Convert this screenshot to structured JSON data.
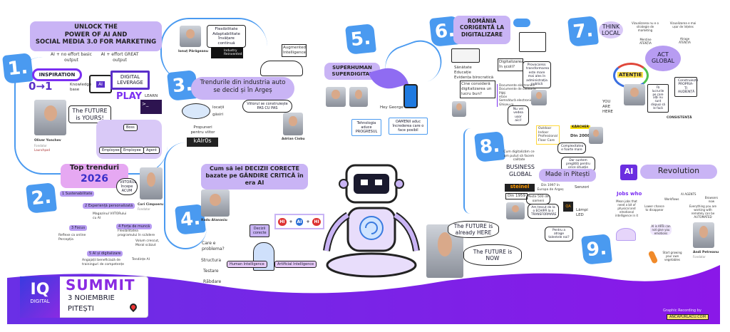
{
  "colors": {
    "accent_blue": "#4a9af0",
    "accent_purple": "#c9b4f5",
    "deep_purple": "#7b2ff2"
  },
  "p1": {
    "num": "1.",
    "title_lines": [
      "UNLOCK THE",
      "POWER OF AI AND",
      "SOCIAL MEDIA 3.0 FOR MARKETING"
    ],
    "ai_no_effort": "AI + no effort basic output",
    "ai_effort": "AI + effort GREAT output",
    "inspiration": "INSPIRATION",
    "zero_one": "0→1",
    "knowledge": "Knowledge base",
    "digital": "DIGITAL LEVERAGE",
    "ai": "AI",
    "play": "PLAY",
    "learn": "LEARN",
    "future": "The FUTURE is YOURS!",
    "name": "Oliver Yonchev",
    "role": "Fondator",
    "org": "Launchpad",
    "boss": "Boss",
    "employees": [
      "Employee",
      "Employee",
      "Agent"
    ]
  },
  "p2": {
    "num": "2.",
    "title": "Top trenduri",
    "year": "2026",
    "quote": "VIITORUL începe ACUM",
    "name": "Cori Cimpoeru",
    "role": "Fondator",
    "items": [
      "1 Sustenabilitate",
      "2 Experiență personalizată",
      "3 Focus",
      "4 Forța de muncă",
      "5 AI și digitalizare"
    ],
    "notes": [
      "Magazinul VIITORului cu AI",
      "Reflexe ca online Percepția",
      "Flexibilitatea programului în scădere",
      "Volum crescut, Moral scăzut",
      "Angajații beneficiază de traininguri de competențe",
      "Tendințe AI"
    ]
  },
  "p3": {
    "num": "3.",
    "title": "Trendurile din industria auto se decid și în Argeș",
    "bubble": "Flexibilitate Adaptabilitate Învățare continuă",
    "augmented": "Augmented Intelligence",
    "industry": "Industry Reinvented",
    "future": "Viitorul se construiește PAS CU PAS",
    "proposals": "Propuneri pentru viitor",
    "brand": "kAIr0s",
    "tags": [
      "locații",
      "găsiri"
    ],
    "speaker1": "Ionuț Pârâgeanu",
    "speaker2": "Adrian Ciobu"
  },
  "p4": {
    "num": "4.",
    "title": "Cum să iei DECIZII CORECTE bazate pe GÂNDIRE CRITICĂ în era AI",
    "name": "Radu Atanasiu",
    "formula": [
      "HI",
      "AI",
      "HI"
    ],
    "decisions": "Decizii corecte",
    "problem": "Care e problema?",
    "steps": [
      "Structura",
      "Testare",
      "Răbdare"
    ],
    "hi": "Human Intelligence",
    "ai": "Artificial Intelligence"
  },
  "p5": {
    "num": "5.",
    "title": "SUPERHUMAN SUPERDIGITAL",
    "hey": "Hey George",
    "tech": "Tehnologia aduce PROGRESUL",
    "people": "OAMENII aduc încrederea care o face posibil"
  },
  "p6": {
    "num": "6.",
    "title": "ROMÂNIA CORIGENTĂ LA DIGITALIZARE",
    "list": [
      "Sănătate",
      "Educație",
      "Evidența birocratică"
    ],
    "digital": "Digitalizarea în școli?",
    "bubble": "Cine consideră digitalizarea un lucru bun?",
    "transform": "Provocarea: transformarea este mare mai ales în administrația publică",
    "items": [
      "Documente electronice",
      "Documente de călătorie",
      "Plăți",
      "eGov",
      "Semnătură electronică",
      "Ghișeu.ro"
    ],
    "question": "Nu vei vedea ușor aici!"
  },
  "p7": {
    "num": "7.",
    "think": "THINK LOCAL",
    "act": "ACT GLOBAL",
    "atentie": "ATENȚIE",
    "notes": [
      "Vizualizarea nu e o strategie de marketing",
      "Vizualizarea e mai ușor de înțeles",
      "Menține ATENȚIA",
      "Atrage ATENȚIA"
    ],
    "things": "Fă lucrurile pe care alții nu sunt dispuși să le facă",
    "build": "Construiește PROPRIA-ȚI AUDIENȚĂ",
    "you": "YOU ARE HERE",
    "consistency": "CONSISTENȚĂ"
  },
  "p8": {
    "num": "8.",
    "business": "BUSINESS GLOBAL",
    "made": "Made in Pitești",
    "care": "Cum digitalizăm ce am putut să facem calitate",
    "list": [
      "Outdoor",
      "Indoor",
      "Professional",
      "Floor Care"
    ],
    "brand1": "steinel",
    "brand2": "KÄRCHER",
    "since1": "Din 1959",
    "since2": "Din 2008",
    "since3": "Din 1997 în Europa de Argeș",
    "people": "Peste 500 de oameni",
    "transform": "Am trecut de la o ECHIPĂ la o TRANSFORMARE",
    "complex": "Complexitatea e foarte mare",
    "better": "Dar suntem pregătiți pentru orice situație",
    "attract": "Pentru a atrage talentele noi?",
    "sensor": "Senzori",
    "lamp": "Lămpi LED",
    "qa": "QA"
  },
  "p9": {
    "num": "9.",
    "ai": "AI",
    "revolution": "Revolution",
    "jobs": "Jobs who",
    "notes": [
      "Mean jobs that need a bit of physical and emotional intelligence in it",
      "Lower chance to disappear",
      "AI AGENTS",
      "Workflows",
      "Browsers now",
      "Everything you are working with remotely can be AUTOMATED",
      "AI is ARTs can not give you emotions",
      "Start growing your own vegetables"
    ],
    "name": "Andi Petreanu",
    "role": "Fondator"
  },
  "center": {
    "bubble1": "The FUTURE is already HERE",
    "bubble2": "The FUTURE is NOW"
  },
  "footer": {
    "logo_top": "IQ",
    "logo_bottom": "DIGITAL",
    "summit": "SUMMIT",
    "date": "3 NOIEMBRIE",
    "city": "PITEȘTI",
    "credit_label": "Graphic Recording by",
    "credit_site": "ANCAPURLACU.COM"
  }
}
